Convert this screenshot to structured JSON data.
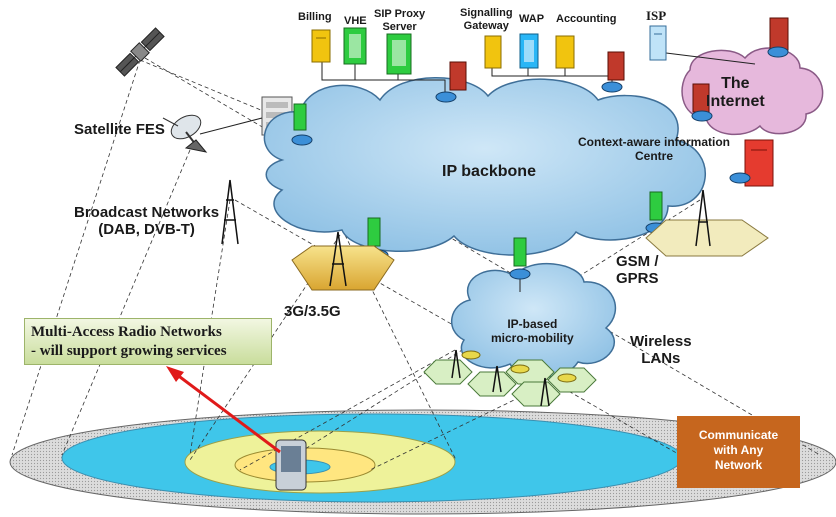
{
  "labels": {
    "billing": "Billing",
    "vhe": "VHE",
    "sip_proxy_line1": "SIP Proxy",
    "sip_proxy_line2": "Server",
    "signalling_line1": "Signalling",
    "signalling_line2": "Gateway",
    "wap": "WAP",
    "accounting": "Accounting",
    "isp": "ISP",
    "internet_line1": "The",
    "internet_line2": "Internet",
    "satellite_fes": "Satellite FES",
    "context_line1": "Context-aware information",
    "context_line2": "Centre",
    "ip_backbone": "IP backbone",
    "broadcast_line1": "Broadcast Networks",
    "broadcast_line2": "(DAB, DVB-T)",
    "cellular_3g": "3G/3.5G",
    "gsm_line1": "GSM /",
    "gsm_line2": "GPRS",
    "ip_based_line1": "IP-based",
    "ip_based_line2": "micro-mobility",
    "wireless_line1": "Wireless",
    "wireless_line2": "LANs"
  },
  "multi_access": {
    "line1": "Multi-Access Radio Networks",
    "line2": "- will support growing services"
  },
  "communicate": {
    "line1": "Communicate",
    "line2": "with Any",
    "line3": "Network"
  },
  "colors": {
    "cloud": "#a7d0ec",
    "cloud_edge": "#3f6f98",
    "internet_cloud": "#e6b8dc",
    "firewall": "#c0392b",
    "server_yellow": "#f1c40f",
    "server_green": "#2ecc40",
    "server_cyan": "#29b6f6",
    "hex_cell": "#e8c45a",
    "wlan_cell": "#d8efc4",
    "coverage_outer": "#d8d8d8",
    "coverage_cyan": "#3fc6ea",
    "coverage_yellow": "#eef29a",
    "arrow": "#e01a1a",
    "box_orange": "#c6661e"
  }
}
